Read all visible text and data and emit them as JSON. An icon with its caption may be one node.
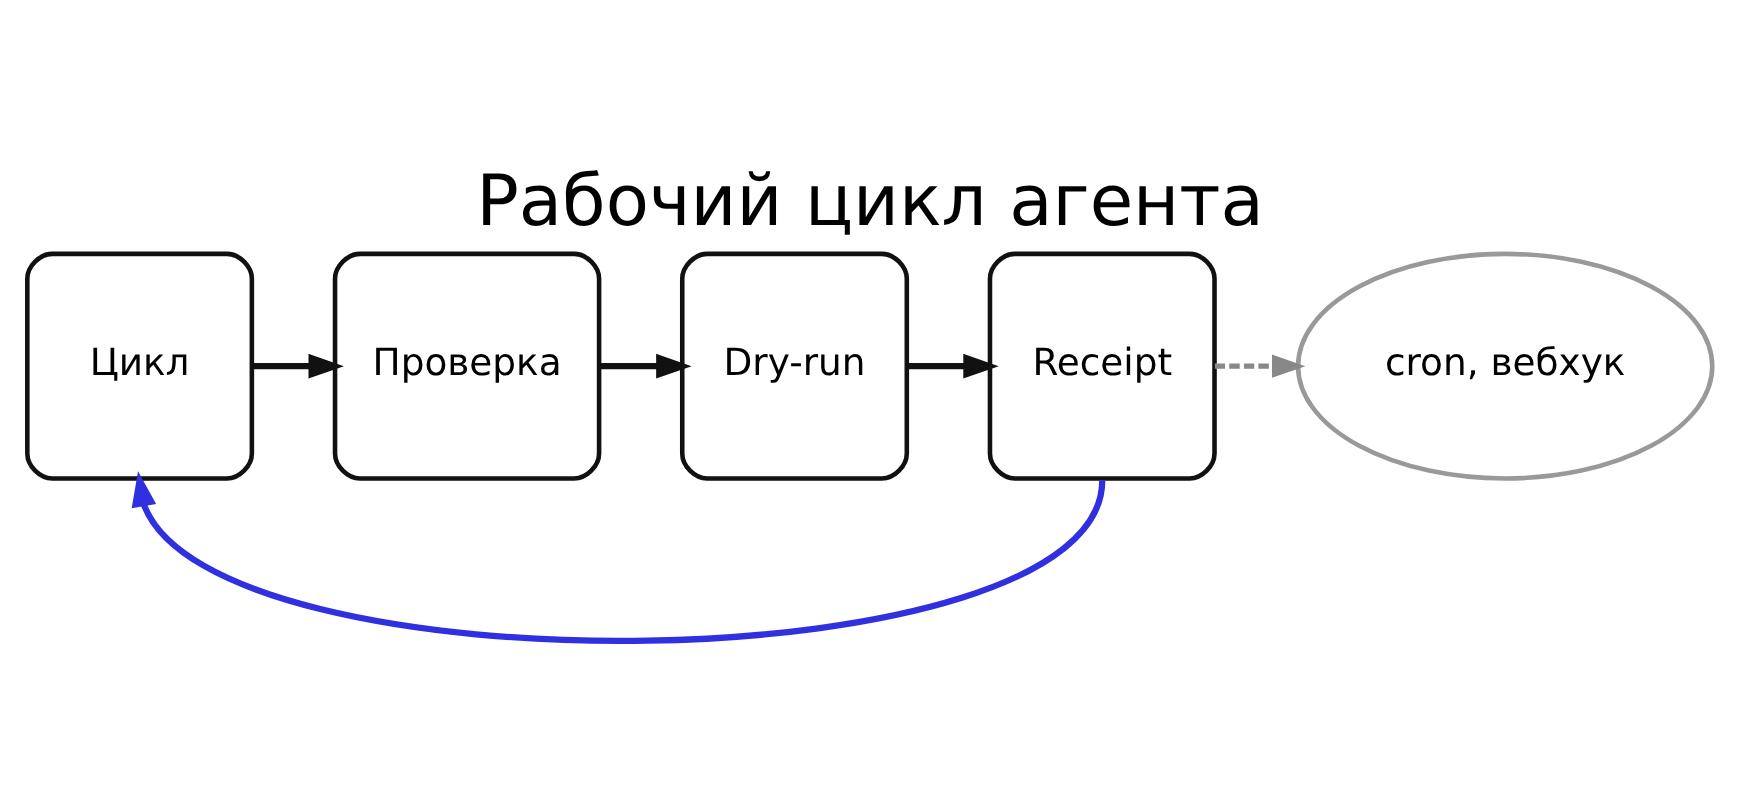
{
  "diagram": {
    "title": "Рабочий цикл агента",
    "nodes": [
      {
        "text": [
          "Цикл"
        ]
      },
      {
        "text": [
          "Проверка"
        ]
      },
      {
        "text": [
          "Dry-run"
        ]
      },
      {
        "text": [
          "Receipt"
        ]
      },
      {
        "text": [
          "cron, вебхук"
        ]
      }
    ],
    "edges": [
      {
        "from": 0,
        "to": 1,
        "arrow": "to"
      },
      {
        "from": 1,
        "to": 2,
        "arrow": "to"
      },
      {
        "from": 2,
        "to": 3,
        "arrow": "to"
      },
      {
        "from": 3,
        "to": 4,
        "arrow": "to",
        "style": "dashed",
        "color": "#888888"
      },
      {
        "from": 3,
        "to": 0,
        "arrow": "to",
        "color": "#3030e0"
      }
    ]
  }
}
